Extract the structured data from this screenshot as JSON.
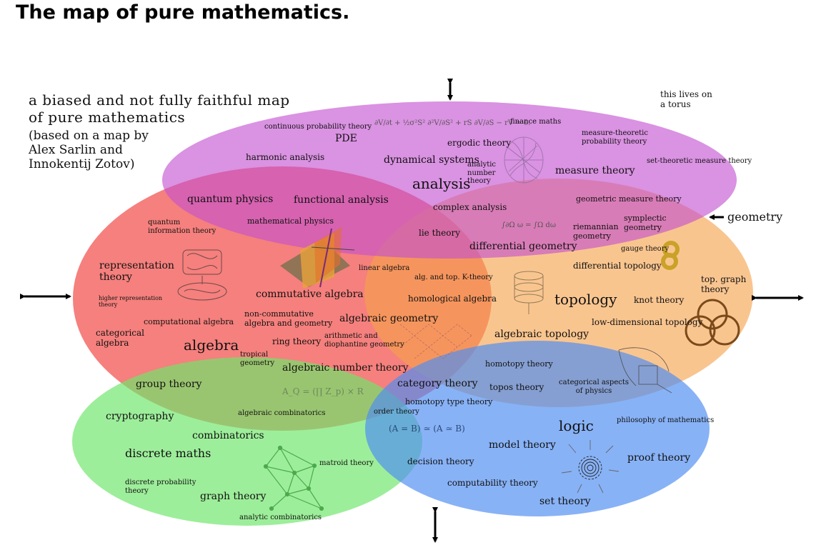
{
  "title": "The map of pure mathematics.",
  "intro": {
    "line1": "a biased and not fully faithful map",
    "line2": "of pure mathematics",
    "line3": "(based on a map by",
    "line4": "Alex Sarlin and",
    "line5": "Innokentij Zotov)"
  },
  "torus_note": "this lives on\na torus",
  "geometry_label": "geometry",
  "colors": {
    "analysis": "#c44fd1",
    "algebra": "#f0443f",
    "geometry": "#f5a14a",
    "discrete": "#6ee66a",
    "logic": "#4f8ef2"
  },
  "regions": {
    "analysis": {
      "name": "analysis",
      "topics": {
        "continuous_probability": "continuous probability theory",
        "pde": "PDE",
        "finance": "finance maths",
        "ergodic": "ergodic theory",
        "measure_theoretic": "measure-theoretic\nprobability theory",
        "harmonic": "harmonic analysis",
        "dynamical": "dynamical systems",
        "analytic_nt": "analytic\nnumber\ntheory",
        "set_theoretic_measure": "set-theoretic measure theory",
        "measure": "measure theory",
        "complex": "complex analysis",
        "functional": "functional analysis",
        "geometric_measure": "geometric measure theory"
      }
    },
    "algebra": {
      "name": "algebra",
      "topics": {
        "quantum_physics": "quantum physics",
        "quantum_info": "quantum\ninformation theory",
        "math_physics": "mathematical physics",
        "lie": "lie theory",
        "representation": "representation\ntheory",
        "higher_rep": "higher representation\ntheory",
        "linear": "linear algebra",
        "commutative": "commutative algebra",
        "computational": "computational algebra",
        "noncommutative": "non-commutative\nalgebra and geometry",
        "categorical": "categorical\nalgebra",
        "ring": "ring theory",
        "arithmetic": "arithmetic and\ndiophantine geometry",
        "tropical": "tropical\ngeometry",
        "alg_number": "algebraic number theory",
        "alg_geometry": "algebraic geometry",
        "homological": "homological algebra",
        "alg_top_k": "alg. and top. K-theory"
      }
    },
    "geometry": {
      "topics": {
        "symplectic": "symplectic\ngeometry",
        "riemannian": "riemannian\ngeometry",
        "differential_geometry": "differential geometry",
        "gauge": "gauge theory",
        "differential_topology": "differential topology",
        "topology": "topology",
        "knot": "knot theory",
        "top_graph": "top. graph\ntheory",
        "low_dim": "low-dimensional topology",
        "alg_topology": "algebraic topology",
        "homotopy": "homotopy theory",
        "topos": "topos theory",
        "categorical_physics": "categorical aspects\nof physics"
      }
    },
    "discrete": {
      "name": "discrete maths",
      "topics": {
        "group": "group theory",
        "cryptography": "cryptography",
        "alg_combinatorics": "algebraic combinatorics",
        "combinatorics": "combinatorics",
        "matroid": "matroid theory",
        "discrete_prob": "discrete probability\ntheory",
        "graph": "graph theory",
        "analytic_combinatorics": "analytic combinatorics"
      }
    },
    "logic": {
      "name": "logic",
      "topics": {
        "category": "category theory",
        "homotopy_type": "homotopy type theory",
        "order": "order theory",
        "philosophy": "philosophy of mathematics",
        "model": "model theory",
        "decision": "decision theory",
        "proof": "proof theory",
        "computability": "computability theory",
        "set": "set theory"
      }
    }
  },
  "formulas": {
    "black_scholes": "∂V/∂t + ½σ²S² ∂²V/∂S² + rS ∂V/∂S − rV = 0.",
    "stokes": "∫∂Ω ω = ∫Ω dω",
    "adeles": "A_Q = (∏ Z_p) × R",
    "univalence": "(A = B) ≃ (A ≃ B)"
  },
  "icons": [
    "saddle-surface-icon",
    "torus-knot-icon",
    "trefoil-knot-icon",
    "figure-eight-torus-icon",
    "kleinian-fractal-icon",
    "graph-network-icon",
    "stacked-disks-icon",
    "lattice-icon",
    "commutative-diagram-icon",
    "braid-cobordism-icon",
    "spiral-icon",
    "double-arrow-icon"
  ]
}
